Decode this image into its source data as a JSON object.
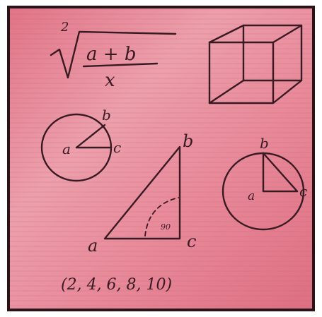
{
  "math_card": {
    "formula": {
      "root_index": "2",
      "numerator": "a + b",
      "denominator": "x"
    },
    "left_circle": {
      "center_label": "a",
      "top_label": "b",
      "right_label": "c"
    },
    "triangle": {
      "top_label": "b",
      "left_label": "a",
      "right_label": "c",
      "angle_label": "90"
    },
    "right_circle": {
      "center_label": "a",
      "top_label": "b",
      "right_label": "c"
    },
    "sequence": "(2, 4, 6, 8, 10)",
    "colors": {
      "paper": "#e58a9a",
      "ink": "#3a1a22",
      "frame": "#2a1318"
    }
  }
}
